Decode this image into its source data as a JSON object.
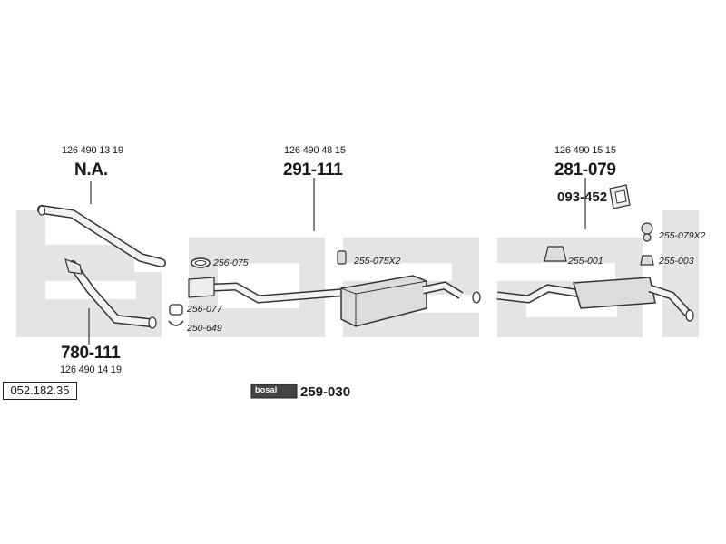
{
  "brand": {
    "watermark_text": "bosal",
    "watermark_color": "#e6e6e6"
  },
  "diagram_ref": "052.182.35",
  "parts": [
    {
      "id": "front-pipe",
      "part_number": "N.A.",
      "oe_number": "126 490 13 19"
    },
    {
      "id": "front-pipe-2",
      "part_number": "780-111",
      "oe_number": "126 490 14 19"
    },
    {
      "id": "center-silencer",
      "part_number": "291-111",
      "oe_number": "126 490 48 15"
    },
    {
      "id": "rear-silencer",
      "part_number": "281-079",
      "oe_number": "126 490 15 15"
    },
    {
      "id": "bracket",
      "part_number": "093-452"
    }
  ],
  "accessories": [
    "256-075",
    "256-077",
    "250-649",
    "255-075X2",
    "255-001",
    "255-079X2",
    "255-003"
  ],
  "kit": {
    "badge": "bosal",
    "part_number": "259-030"
  },
  "colors": {
    "line": "#333333",
    "pipe_fill": "#f2f2f2",
    "shade": "#bdbdbd"
  }
}
